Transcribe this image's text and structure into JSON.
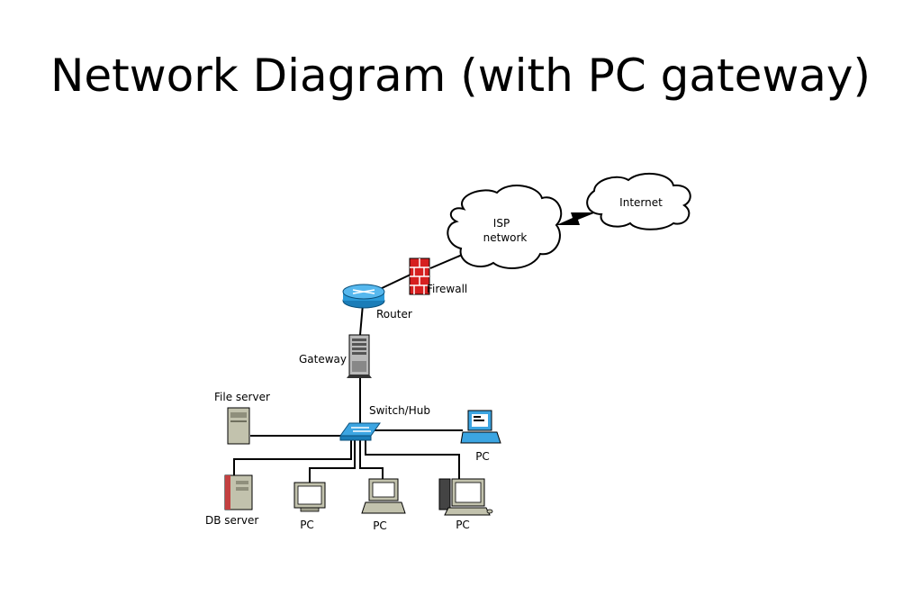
{
  "title": "Network Diagram (with PC gateway)",
  "nodes": {
    "internet": "Internet",
    "isp_line1": "ISP",
    "isp_line2": "network",
    "firewall": "Firewall",
    "router": "Router",
    "gateway": "Gateway",
    "switch": "Switch/Hub",
    "file_server": "File server",
    "db_server": "DB server",
    "pc_right": "PC",
    "pc_1": "PC",
    "pc_2": "PC",
    "pc_3": "PC"
  },
  "icons": {
    "internet": "cloud-icon",
    "isp": "cloud-icon",
    "link": "lightning-link-icon",
    "firewall": "brick-firewall-icon",
    "router": "router-icon",
    "gateway": "server-tower-icon",
    "switch": "switch-icon",
    "file_server": "server-tower-icon",
    "db_server": "database-server-icon",
    "pc": "desktop-pc-icon"
  }
}
